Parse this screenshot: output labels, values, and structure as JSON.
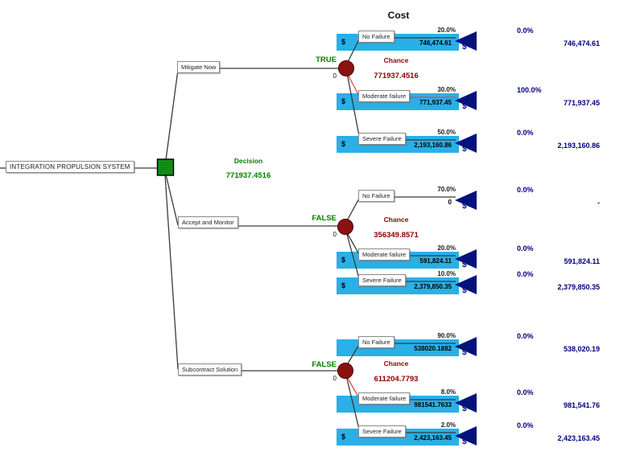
{
  "title": "Cost",
  "root": {
    "label": "INTEGRATION PROPULSION SYSTEM"
  },
  "decision": {
    "type_label": "Decision",
    "value": "771937.4516"
  },
  "icons": {
    "dollar": "$"
  },
  "colors": {
    "payoff_band": "#29b0e7",
    "end_node_triangle": "#05127d",
    "result_text": "#00007e",
    "chance_text": "#8b0000",
    "chance_node_fill": "#8c1111",
    "decision_text": "#008000",
    "decision_node_fill": "#0f9014",
    "optimal_path_line": "#e14b4b"
  },
  "branches": [
    {
      "label": "Mitigate Now",
      "gate": "TRUE",
      "branch_cost": "0",
      "node_label": "Chance",
      "node_value": "771937.4516",
      "outcomes": [
        {
          "label": "No Failure",
          "pct": "20.0%",
          "value": "746,474.61",
          "result_pct": "0.0%",
          "result_value": "746,474.61"
        },
        {
          "label": "Moderate failure",
          "pct": "30.0%",
          "value": "771,937.45",
          "result_pct": "100.0%",
          "result_value": "771,937.45"
        },
        {
          "label": "Severe Failure",
          "pct": "50.0%",
          "value": "2,193,160.86",
          "result_pct": "0.0%",
          "result_value": "2,193,160.86"
        }
      ]
    },
    {
      "label": "Accept and Monitor",
      "gate": "FALSE",
      "branch_cost": "0",
      "node_label": "Chance",
      "node_value": "356349.8571",
      "outcomes": [
        {
          "label": "No Failure",
          "pct": "70.0%",
          "value": "0",
          "result_pct": "0.0%",
          "result_value": "-"
        },
        {
          "label": "Moderate failure",
          "pct": "20.0%",
          "value": "591,824.11",
          "result_pct": "0.0%",
          "result_value": "591,824.11"
        },
        {
          "label": "Severe Failure",
          "pct": "10.0%",
          "value": "2,379,850.35",
          "result_pct": "0.0%",
          "result_value": "2,379,850.35"
        }
      ]
    },
    {
      "label": "Subcontract Solution",
      "gate": "FALSE",
      "branch_cost": "0",
      "node_label": "Chance",
      "node_value": "611204.7793",
      "outcomes": [
        {
          "label": "No Failure",
          "pct": "90.0%",
          "value": "538020.1882",
          "result_pct": "0.0%",
          "result_value": "538,020.19"
        },
        {
          "label": "Moderate failure",
          "pct": "8.0%",
          "value": "981541.7633",
          "result_pct": "0.0%",
          "result_value": "981,541.76"
        },
        {
          "label": "Severe Failure",
          "pct": "2.0%",
          "value": "2,423,163.45",
          "result_pct": "0.0%",
          "result_value": "2,423,163.45"
        }
      ]
    }
  ]
}
